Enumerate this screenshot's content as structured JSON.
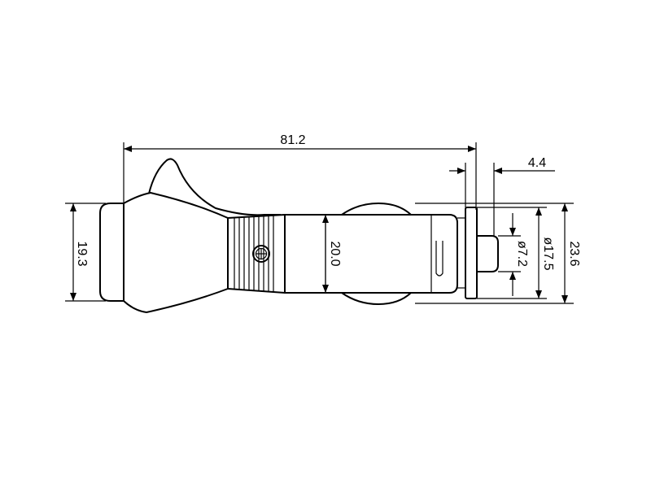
{
  "drawing": {
    "dimensions": {
      "overall_length": "81.2",
      "flange_thickness": "4.4",
      "head_height": "19.3",
      "body_diameter": "20.0",
      "tip_diameter": "ø7.2",
      "flange_diameter": "ø17.5",
      "overall_height": "23.6"
    },
    "line_color": "#000000",
    "background_color": "#ffffff"
  }
}
